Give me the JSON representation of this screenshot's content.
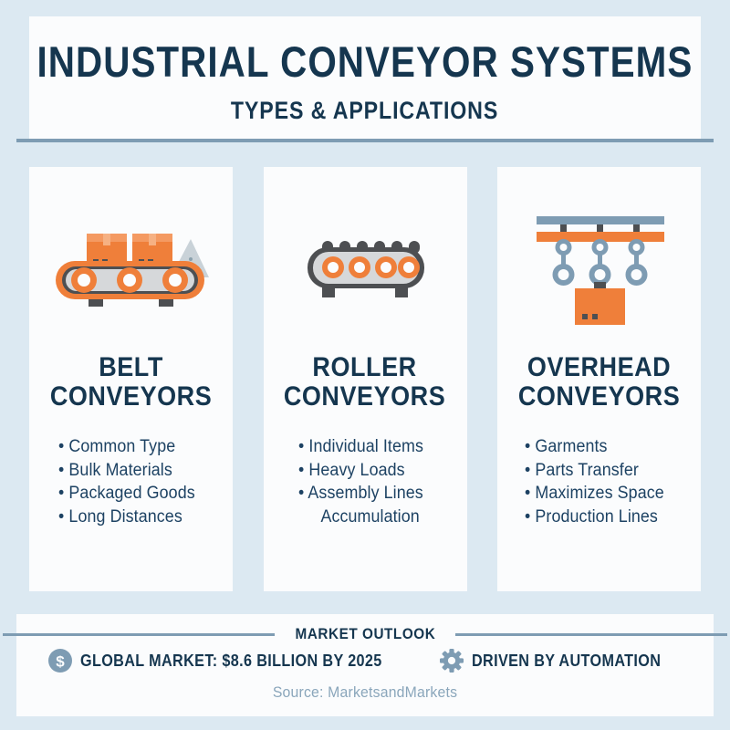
{
  "header": {
    "title": "INDUSTRIAL CONVEYOR SYSTEMS",
    "subtitle": "TYPES & APPLICATIONS"
  },
  "colors": {
    "background": "#dce9f2",
    "panel": "#fbfcfd",
    "navy": "#15364f",
    "body_navy": "#1d4263",
    "rule_blue": "#7e9cb3",
    "orange": "#ef7f3a",
    "orange_dark": "#e4762f",
    "grey_dark": "#4d4f52",
    "grey_light": "#d6d8da",
    "steel_blue": "#7e9cb3",
    "muted_text": "#8aa6bb"
  },
  "cards": [
    {
      "icon": "belt-conveyor-icon",
      "title": "BELT\nCONVEYORS",
      "items": [
        {
          "text": "Common Type",
          "bullet": true
        },
        {
          "text": "Bulk Materials",
          "bullet": true
        },
        {
          "text": "Packaged Goods",
          "bullet": true
        },
        {
          "text": "Long Distances",
          "bullet": true
        }
      ]
    },
    {
      "icon": "roller-conveyor-icon",
      "title": "ROLLER\nCONVEYORS",
      "items": [
        {
          "text": "Individual Items",
          "bullet": true
        },
        {
          "text": "Heavy Loads",
          "bullet": true
        },
        {
          "text": "Assembly Lines",
          "bullet": true
        },
        {
          "text": "Accumulation",
          "bullet": false
        }
      ]
    },
    {
      "icon": "overhead-conveyor-icon",
      "title": "OVERHEAD\nCONVEYORS",
      "items": [
        {
          "text": "Garments",
          "bullet": true
        },
        {
          "text": "Parts Transfer",
          "bullet": true
        },
        {
          "text": "Maximizes Space",
          "bullet": true
        },
        {
          "text": "Production Lines",
          "bullet": true
        }
      ]
    }
  ],
  "footer": {
    "outlook_label": "MARKET OUTLOOK",
    "stats": [
      {
        "icon": "dollar-coin-icon",
        "text": "GLOBAL MARKET: $8.6 BILLION BY 2025"
      },
      {
        "icon": "gear-icon",
        "text": "DRIVEN BY AUTOMATION"
      }
    ],
    "source": "Source: MarketsandMarkets"
  }
}
